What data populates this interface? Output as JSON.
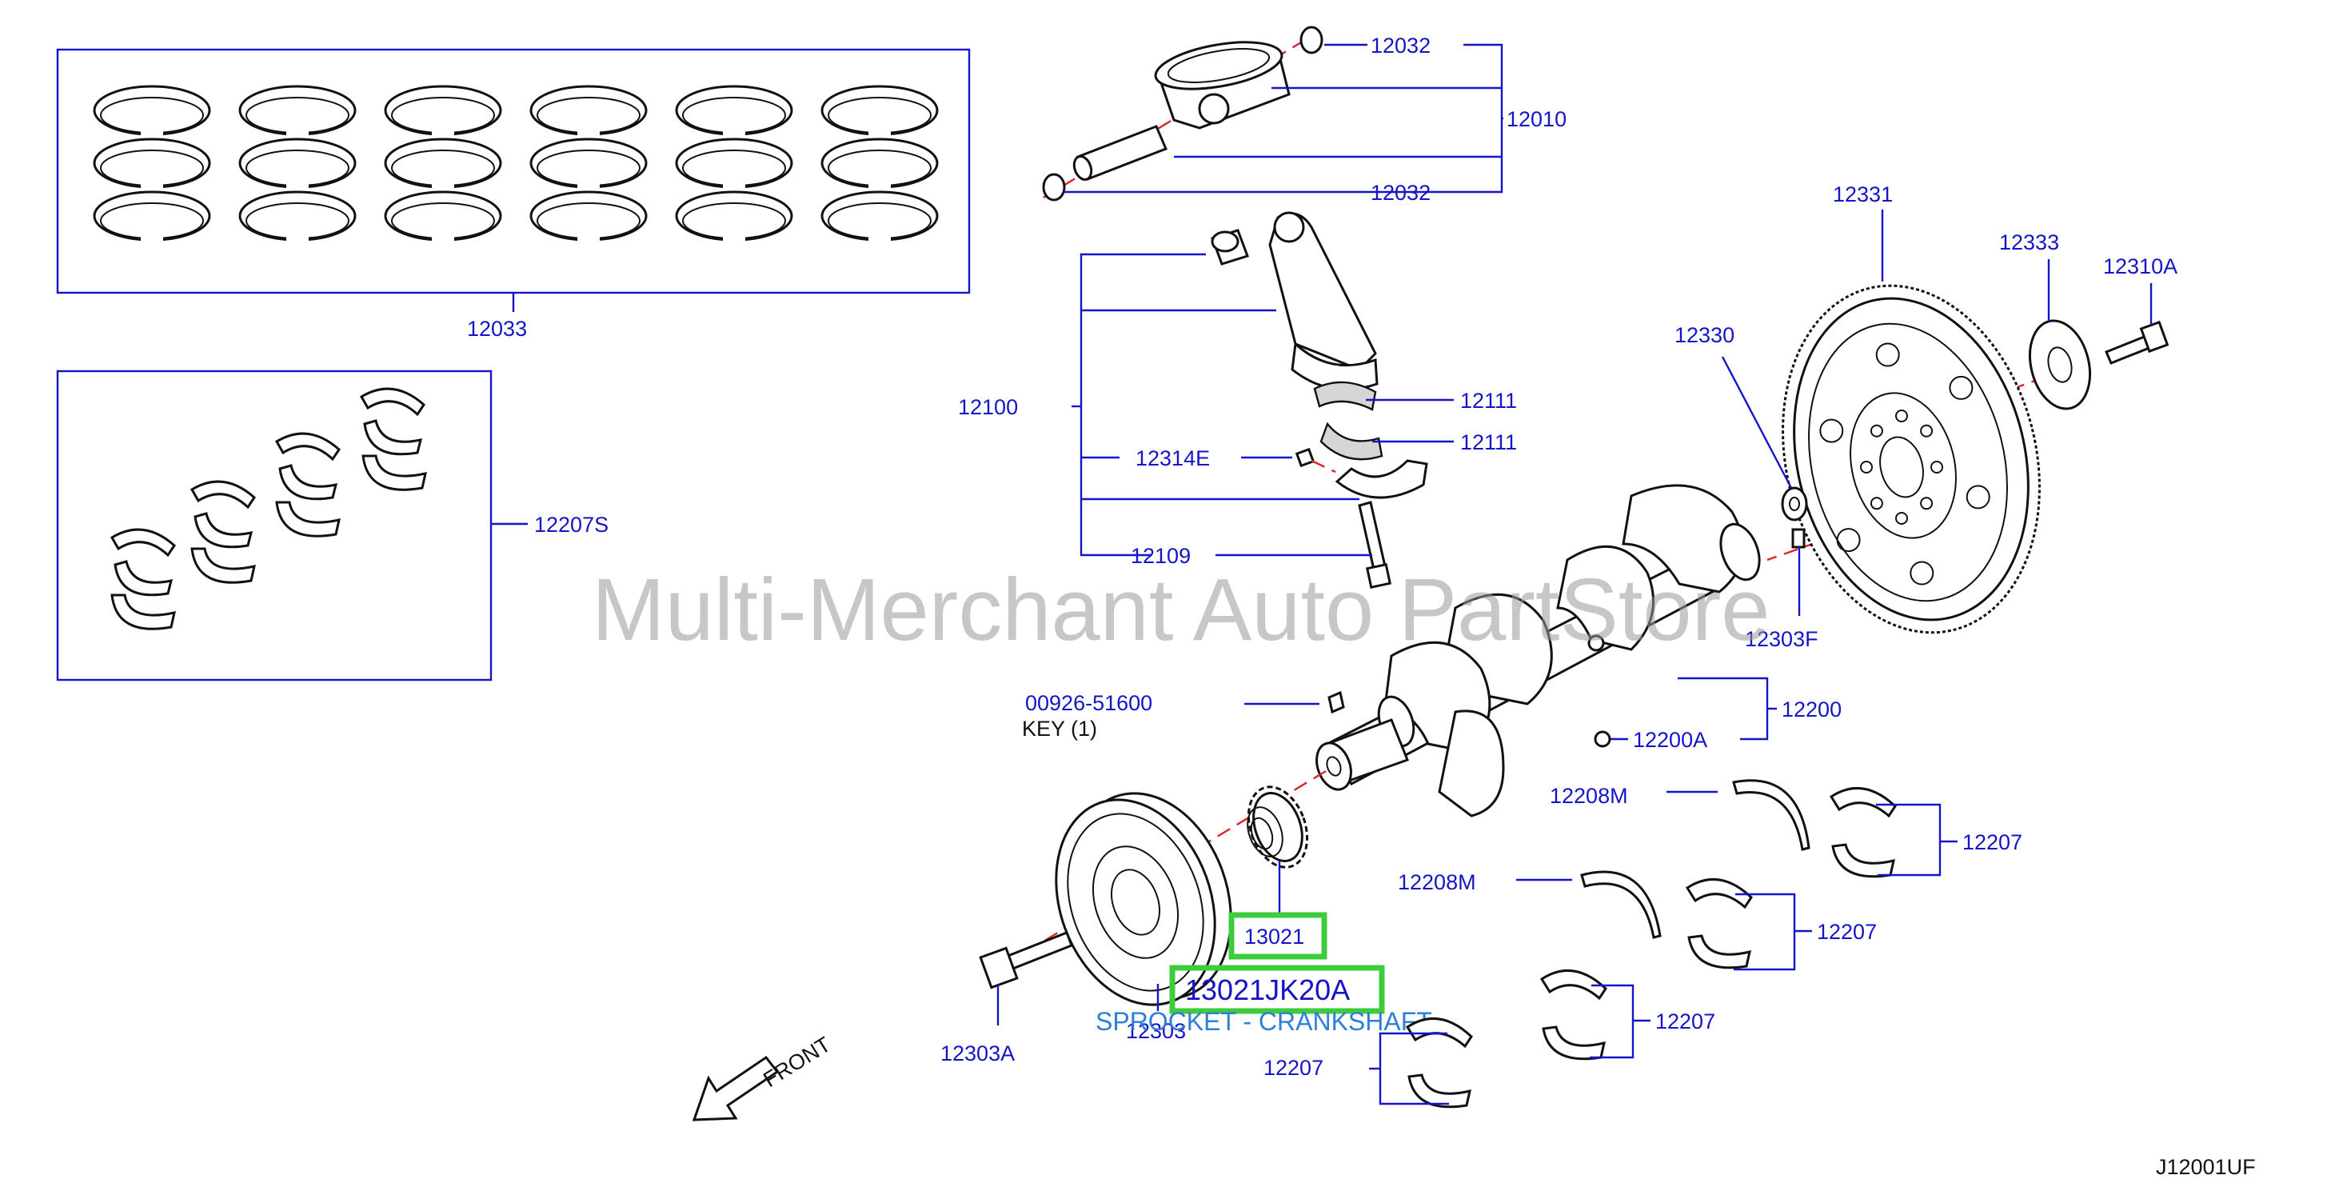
{
  "diagram": {
    "labels": {
      "p12032_top": "12032",
      "p12010": "12010",
      "p12032_bottom": "12032",
      "p12033": "12033",
      "p12207S": "12207S",
      "p12100": "12100",
      "p12111_a": "12111",
      "p12111_b": "12111",
      "p12314E": "12314E",
      "p12109": "12109",
      "p12331": "12331",
      "p12333": "12333",
      "p12310A": "12310A",
      "p12330": "12330",
      "p12303F": "12303F",
      "p00926": "00926-51600",
      "key": "KEY   (1)",
      "p12200": "12200",
      "p12200A": "12200A",
      "p12208M_a": "12208M",
      "p12208M_b": "12208M",
      "p12207_a": "12207",
      "p12207_b": "12207",
      "p12207_c": "12207",
      "p12207_d": "12207",
      "p13021": "13021",
      "p12303": "12303",
      "p12303A": "12303A",
      "front": "FRONT",
      "figure_code": "J12001UF"
    },
    "highlight": {
      "part_number": "13021JK20A",
      "part_name": "SPROCKET - CRANKSHAFT",
      "color": "#3ccc3c"
    },
    "watermark": "Multi-Merchant Auto PartStore",
    "colors": {
      "label": "#1414c8",
      "centerline": "#e0202a",
      "highlight_box": "#3ccc3c",
      "part_name": "#2f7fd8"
    }
  }
}
